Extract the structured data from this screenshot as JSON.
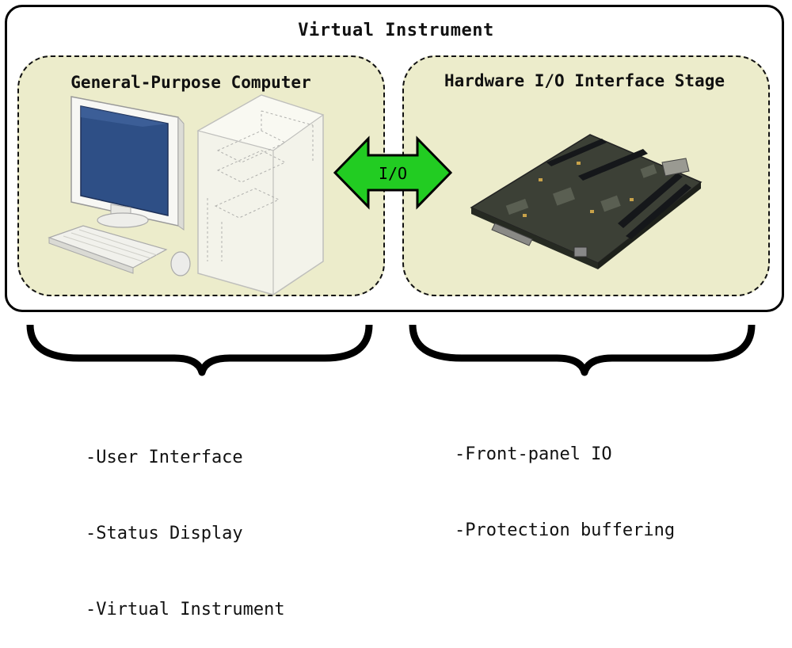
{
  "title": "Virtual Instrument",
  "left_panel": {
    "title": "General-Purpose Computer",
    "items": [
      "-User Interface",
      "-Status Display",
      "-Virtual Instrument"
    ]
  },
  "right_panel": {
    "title": "Hardware I/O Interface Stage",
    "items": [
      "-Front-panel IO",
      "-Protection buffering"
    ]
  },
  "arrow": {
    "label": "I/O",
    "color": "#22cc22"
  },
  "icons": [
    "computer-icon",
    "circuit-board-icon",
    "brace-icon"
  ]
}
